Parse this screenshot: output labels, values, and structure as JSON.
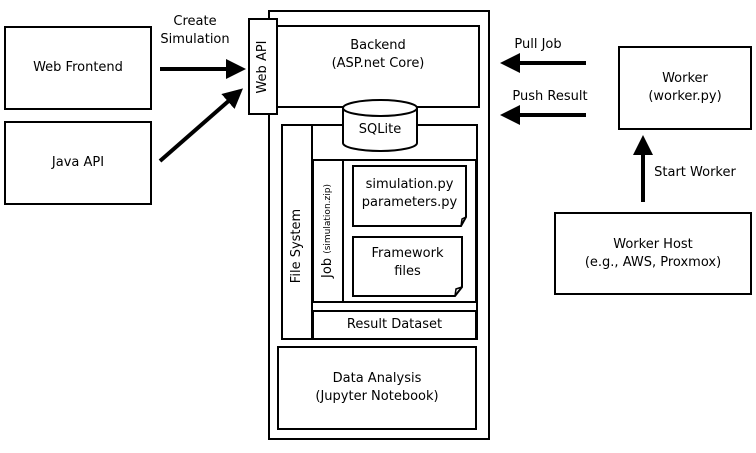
{
  "nodes": {
    "web_frontend": "Web Frontend",
    "java_api": "Java API",
    "web_api": "Web API",
    "backend": "Backend\n(ASP.net Core)",
    "sqlite": "SQLite",
    "file_system": "File System",
    "job_label": "Job",
    "job_sub": "(simulation.zip)",
    "sim_files": "simulation.py\nparameters.py",
    "framework_files": "Framework\nfiles",
    "result_dataset": "Result Dataset",
    "data_analysis": "Data Analysis\n(Jupyter Notebook)",
    "worker": "Worker\n(worker.py)",
    "worker_host": "Worker Host\n(e.g., AWS, Proxmox)"
  },
  "edges": {
    "create_simulation": "Create\nSimulation",
    "pull_job": "Pull Job",
    "push_result": "Push Result",
    "start_worker": "Start Worker"
  }
}
